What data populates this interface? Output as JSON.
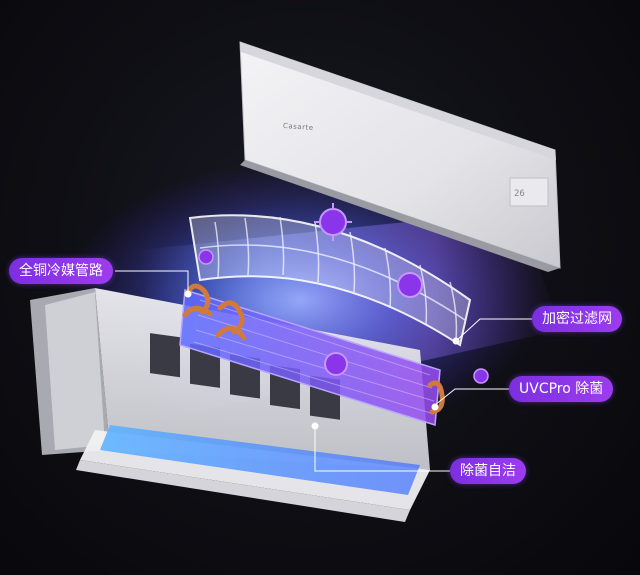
{
  "features": {
    "copper_pipe": "全铜冷媒管路",
    "filter": "加密过滤网",
    "uvc": "UVCPro 除菌",
    "self_clean": "除菌自洁"
  },
  "product": {
    "brand": "Casarte"
  },
  "colors": {
    "label_bg": "#8a35ea",
    "uv_glow": "#4a6cff",
    "virus": "#9b3cf0",
    "background": "#0e0e14"
  }
}
